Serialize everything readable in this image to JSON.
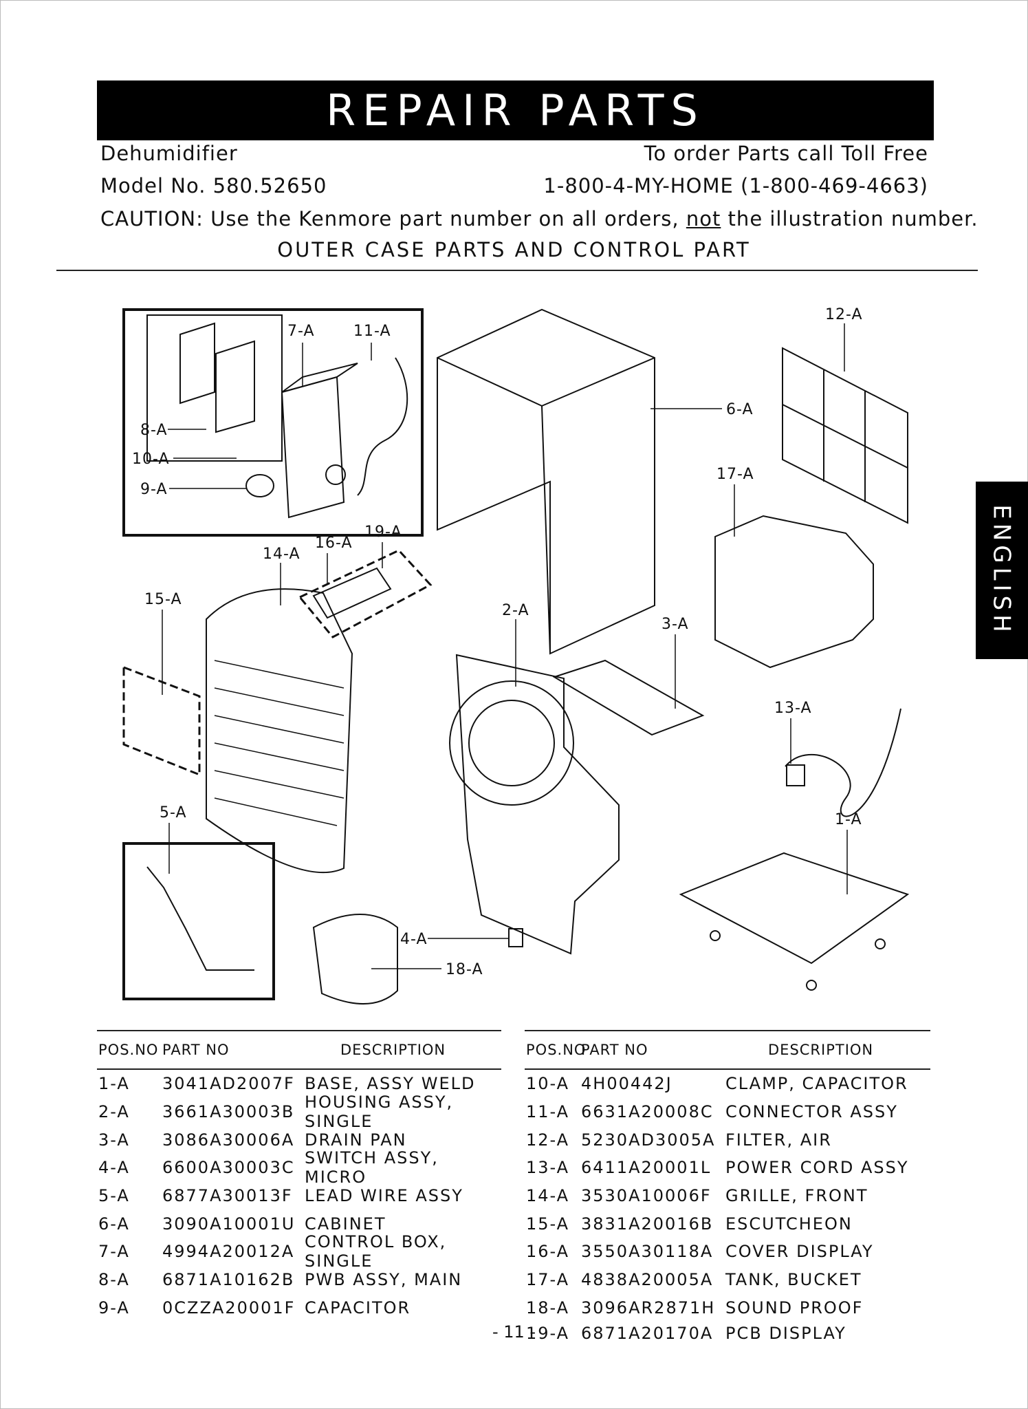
{
  "header": {
    "title": "REPAIR PARTS",
    "product": "Dehumidifier",
    "order_label": "To order Parts call Toll Free",
    "model": "Model No. 580.52650",
    "phone": "1-800-4-MY-HOME  (1-800-469-4663)",
    "caution_prefix": "CAUTION: Use the Kenmore part number on all orders, ",
    "caution_emph": "not",
    "caution_suffix": " the illustration number.",
    "section_title": "OUTER CASE PARTS AND CONTROL PART"
  },
  "side_tab": "ENGLISH",
  "callouts": {
    "c1": "1-A",
    "c2": "2-A",
    "c3": "3-A",
    "c4": "4-A",
    "c5": "5-A",
    "c6": "6-A",
    "c7": "7-A",
    "c8": "8-A",
    "c9": "9-A",
    "c10": "10-A",
    "c11": "11-A",
    "c12": "12-A",
    "c13": "13-A",
    "c14": "14-A",
    "c15": "15-A",
    "c16": "16-A",
    "c17": "17-A",
    "c18": "18-A",
    "c19": "19-A"
  },
  "table": {
    "headers": {
      "pos": "POS.NO",
      "part": "PART NO",
      "desc": "DESCRIPTION"
    },
    "left": [
      {
        "pos": "1-A",
        "part": "3041AD2007F",
        "desc": "BASE, ASSY WELD"
      },
      {
        "pos": "2-A",
        "part": "3661A30003B",
        "desc": "HOUSING ASSY, SINGLE"
      },
      {
        "pos": "3-A",
        "part": "3086A30006A",
        "desc": "DRAIN PAN"
      },
      {
        "pos": "4-A",
        "part": "6600A30003C",
        "desc": "SWITCH ASSY, MICRO"
      },
      {
        "pos": "5-A",
        "part": "6877A30013F",
        "desc": "LEAD WIRE ASSY"
      },
      {
        "pos": "6-A",
        "part": "3090A10001U",
        "desc": "CABINET"
      },
      {
        "pos": "7-A",
        "part": "4994A20012A",
        "desc": "CONTROL BOX, SINGLE"
      },
      {
        "pos": "8-A",
        "part": "6871A10162B",
        "desc": "PWB ASSY, MAIN"
      },
      {
        "pos": "9-A",
        "part": "0CZZA20001F",
        "desc": "CAPACITOR"
      }
    ],
    "right": [
      {
        "pos": "10-A",
        "part": "4H00442J",
        "desc": "CLAMP, CAPACITOR"
      },
      {
        "pos": "11-A",
        "part": "6631A20008C",
        "desc": "CONNECTOR ASSY"
      },
      {
        "pos": "12-A",
        "part": "5230AD3005A",
        "desc": "FILTER, AIR"
      },
      {
        "pos": "13-A",
        "part": "6411A20001L",
        "desc": "POWER CORD ASSY"
      },
      {
        "pos": "14-A",
        "part": "3530A10006F",
        "desc": "GRILLE, FRONT"
      },
      {
        "pos": "15-A",
        "part": "3831A20016B",
        "desc": "ESCUTCHEON"
      },
      {
        "pos": "16-A",
        "part": "3550A30118A",
        "desc": "COVER DISPLAY"
      },
      {
        "pos": "17-A",
        "part": "4838A20005A",
        "desc": "TANK, BUCKET"
      },
      {
        "pos": "18-A",
        "part": "3096AR2871H",
        "desc": "SOUND PROOF"
      },
      {
        "pos": "19-A",
        "part": "6871A20170A",
        "desc": "PCB DISPLAY"
      }
    ]
  },
  "page_number": "- 11 -"
}
